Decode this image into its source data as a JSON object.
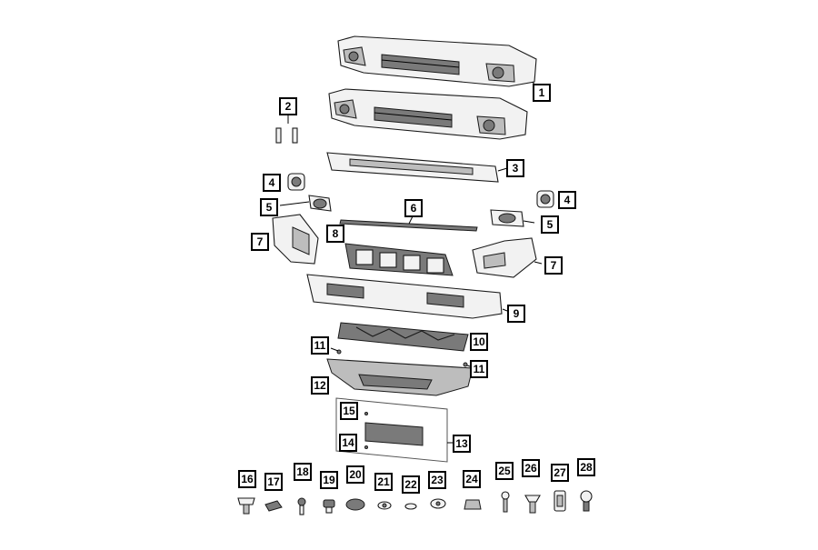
{
  "callouts": {
    "c1": "1",
    "c2": "2",
    "c3": "3",
    "c4a": "4",
    "c4b": "4",
    "c5a": "5",
    "c5b": "5",
    "c6": "6",
    "c7a": "7",
    "c7b": "7",
    "c8": "8",
    "c9": "9",
    "c10": "10",
    "c11a": "11",
    "c11b": "11",
    "c12": "12",
    "c13": "13",
    "c14": "14",
    "c15": "15",
    "c16": "16",
    "c17": "17",
    "c18": "18",
    "c19": "19",
    "c20": "20",
    "c21": "21",
    "c22": "22",
    "c23": "23",
    "c24": "24",
    "c25": "25",
    "c26": "26",
    "c27": "27",
    "c28": "28"
  },
  "colors": {
    "line": "#1a1a1a",
    "fill": "#f2f2f2",
    "shade": "#7a7a7a"
  }
}
